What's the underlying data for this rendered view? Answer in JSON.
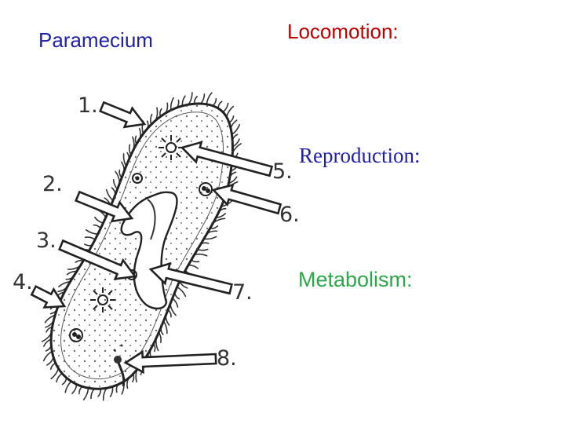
{
  "title": "Paramecium",
  "sections": {
    "locomotion": "Locomotion:",
    "reproduction": "Reproduction:",
    "metabolism": "Metabolism:"
  },
  "labels": [
    "1.",
    "2.",
    "3.",
    "4.",
    "5.",
    "6.",
    "7.",
    "8."
  ],
  "colors": {
    "title": "#1f1fa8",
    "locomotion": "#c00000",
    "reproduction": "#1f1fa8",
    "metabolism": "#2aa84a",
    "ink": "#333333"
  }
}
